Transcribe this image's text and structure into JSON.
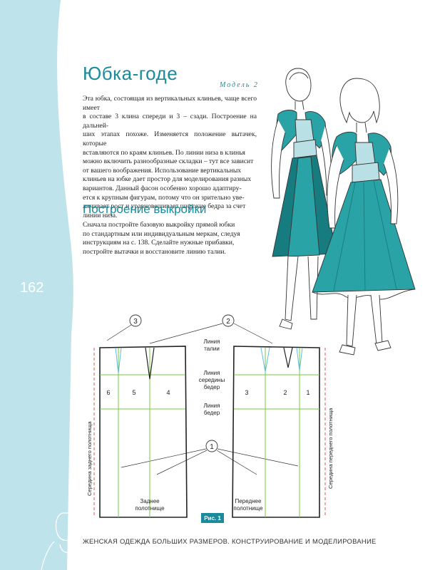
{
  "page": {
    "number": "162",
    "title": "Юбка-годе",
    "model_label": "Модель 2",
    "intro_lines": [
      "Эта юбка, состоящая из вертикальных клиньев, чаще всего имеет",
      "в составе 3 клина спереди и 3 – сзади. Построение на дальней-",
      "ших этапах похоже. Изменяется положение вытачек, которые",
      "вставляются по краям клиньев. По линии низа в клинья",
      "можно включить разнообразные складки – тут все зависит",
      "от вашего воображения. Использование вертикальных",
      "клиньев на юбке дает простор для моделирования разных",
      "вариантов. Данный фасон особенно хорошо адаптиру-",
      "ется к крупным фигурам, потому что он зрительно уве-",
      "личивает рост и уравновешивает широкие бедра за счет",
      "линии низа."
    ],
    "section_title": "Построение выкройки",
    "build_lines": [
      "Сначала постройте базовую выкройку прямой юбки",
      "по стандартным или индивидуальным меркам, следуя",
      "инструкциям на с. 138. Сделайте нужные прибавки,",
      "постройте вытачки и восстановите линию талии."
    ],
    "footer": "ЖЕНСКАЯ ОДЕЖДА БОЛЬШИХ РАЗМЕРОВ. КОНСТРУИРОВАНИЕ И МОДЕЛИРОВАНИЕ"
  },
  "diagram": {
    "callouts": [
      "3",
      "2",
      "1"
    ],
    "center_labels": {
      "waist": [
        "Линия",
        "талии"
      ],
      "mid_hip": [
        "Линия",
        "середины",
        "бедер"
      ],
      "hip": [
        "Линия",
        "бедер"
      ]
    },
    "back_panels": [
      "6",
      "5",
      "4"
    ],
    "front_panels": [
      "3",
      "2",
      "1"
    ],
    "back_center_label": "Середина заднего полотнища",
    "front_center_label": "Середина переднего полотнища",
    "back_piece_label": [
      "Заднее",
      "полотнище"
    ],
    "front_piece_label": [
      "Переднее",
      "полотнище"
    ],
    "figure_label": "Рис. 1"
  },
  "colors": {
    "accent": "#1b8a9b",
    "sidebar": "#bfe3ea",
    "dress_main": "#2aa3a6",
    "dress_light": "#b9e0e4",
    "dress_dark": "#177c7f",
    "green_line": "#7ac943",
    "red_line": "#e0443c"
  }
}
